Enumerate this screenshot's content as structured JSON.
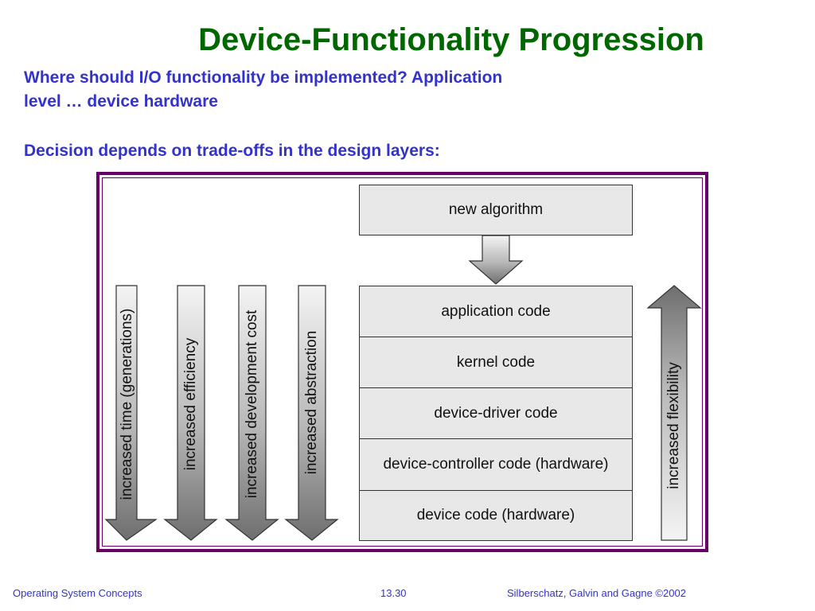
{
  "title": "Device-Functionality Progression",
  "body": {
    "line1": "Where should I/O functionality be implemented?  Application",
    "line2": "level … device hardware",
    "line3": "Decision depends on trade-offs in the design layers:"
  },
  "diagram": {
    "top_box": "new algorithm",
    "layers": [
      "application code",
      "kernel code",
      "device-driver code",
      "device-controller code (hardware)",
      "device code (hardware)"
    ],
    "down_arrows": [
      "increased time (generations)",
      "increased efficiency",
      "increased development cost",
      "increased abstraction"
    ],
    "up_arrow": "increased flexibility"
  },
  "footer": {
    "left": "Operating System Concepts",
    "center": "13.30",
    "right": "Silberschatz, Galvin and  Gagne ©2002"
  },
  "colors": {
    "title": "#006600",
    "body_text": "#3333cc",
    "frame": "#660066"
  }
}
